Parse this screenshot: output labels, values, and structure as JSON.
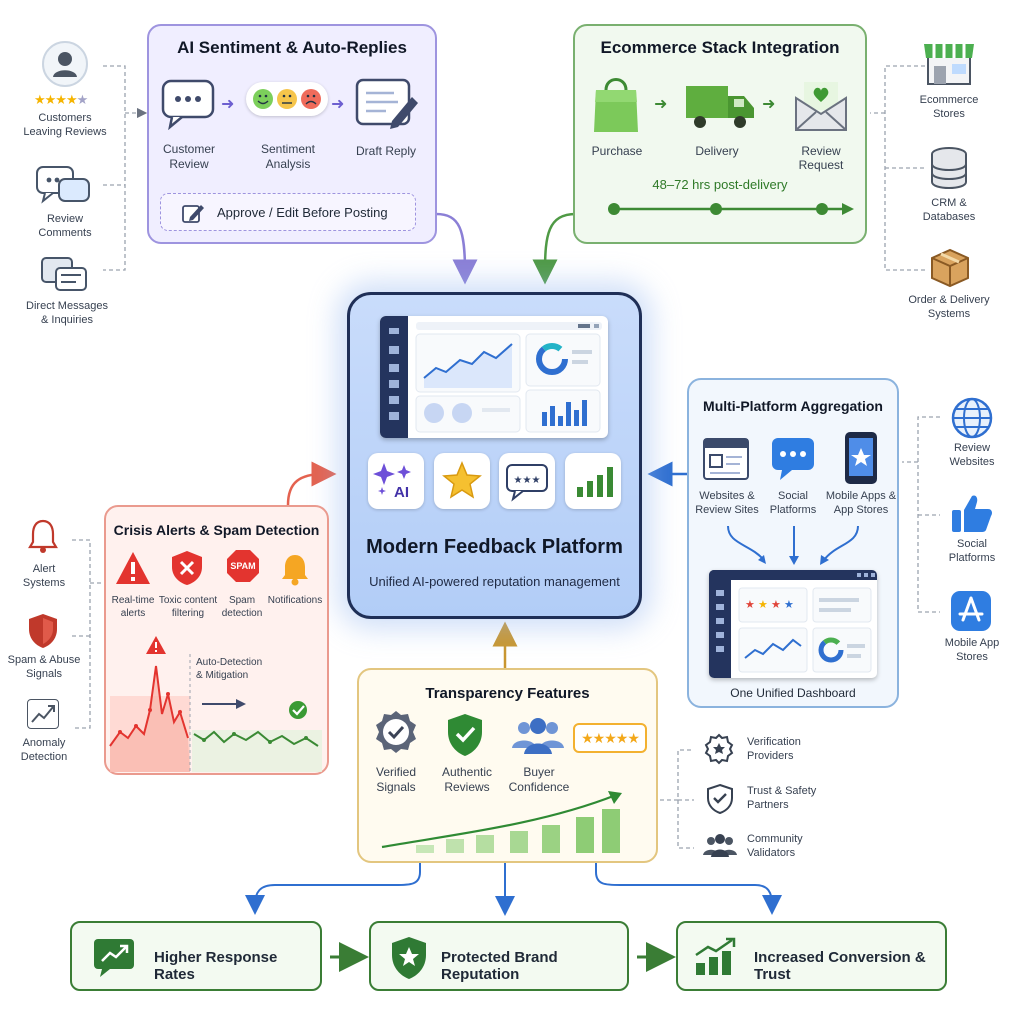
{
  "left_sources": {
    "customers": "Customers\nLeaving Reviews",
    "comments": "Review\nComments",
    "messages": "Direct Messages\n& Inquiries"
  },
  "ai_panel": {
    "title": "AI Sentiment & Auto-Replies",
    "steps": [
      "Customer\nReview",
      "Sentiment\nAnalysis",
      "Draft Reply"
    ],
    "approve": "Approve / Edit Before Posting"
  },
  "eco_panel": {
    "title": "Ecommerce Stack Integration",
    "steps": [
      "Purchase",
      "Delivery",
      "Review Request"
    ],
    "timing": "48–72 hrs post-delivery"
  },
  "right_sources_top": {
    "stores": "Ecommerce\nStores",
    "crm": "CRM &\nDatabases",
    "order": "Order & Delivery\nSystems"
  },
  "center": {
    "title": "Modern Feedback Platform",
    "subtitle": "Unified AI-powered reputation management",
    "ai_tile": "AI"
  },
  "multi_panel": {
    "title": "Multi-Platform Aggregation",
    "items": [
      "Websites &\nReview Sites",
      "Social\nPlatforms",
      "Mobile Apps &\nApp Stores"
    ],
    "dashboard": "One Unified Dashboard"
  },
  "right_sources_mid": {
    "review": "Review\nWebsites",
    "social": "Social\nPlatforms",
    "apps": "Mobile App\nStores"
  },
  "crisis_panel": {
    "title": "Crisis Alerts & Spam Detection",
    "items": [
      "Real-time\nalerts",
      "Toxic content\nfiltering",
      "Spam\ndetection",
      "Notifications"
    ],
    "spam_badge": "SPAM",
    "mitigation": "Auto-Detection\n& Mitigation"
  },
  "left_sources_mid": {
    "alert": "Alert\nSystems",
    "spam": "Spam & Abuse\nSignals",
    "anomaly": "Anomaly\nDetection"
  },
  "trans_panel": {
    "title": "Transparency Features",
    "items": [
      "Verified\nSignals",
      "Authentic\nReviews",
      "Buyer\nConfidence"
    ]
  },
  "validators": {
    "verification": "Verification\nProviders",
    "trust": "Trust & Safety\nPartners",
    "community": "Community\nValidators"
  },
  "outcomes": [
    "Higher Response Rates",
    "Protected Brand Reputation",
    "Increased Conversion & Trust"
  ],
  "colors": {
    "ai": "#9e94df",
    "eco": "#79b06f",
    "crisis": "#ea9a8e",
    "multi": "#8bb3de",
    "trans": "#e3c67f",
    "outcome": "#3a7d35",
    "center_border": "#1f2f57"
  }
}
